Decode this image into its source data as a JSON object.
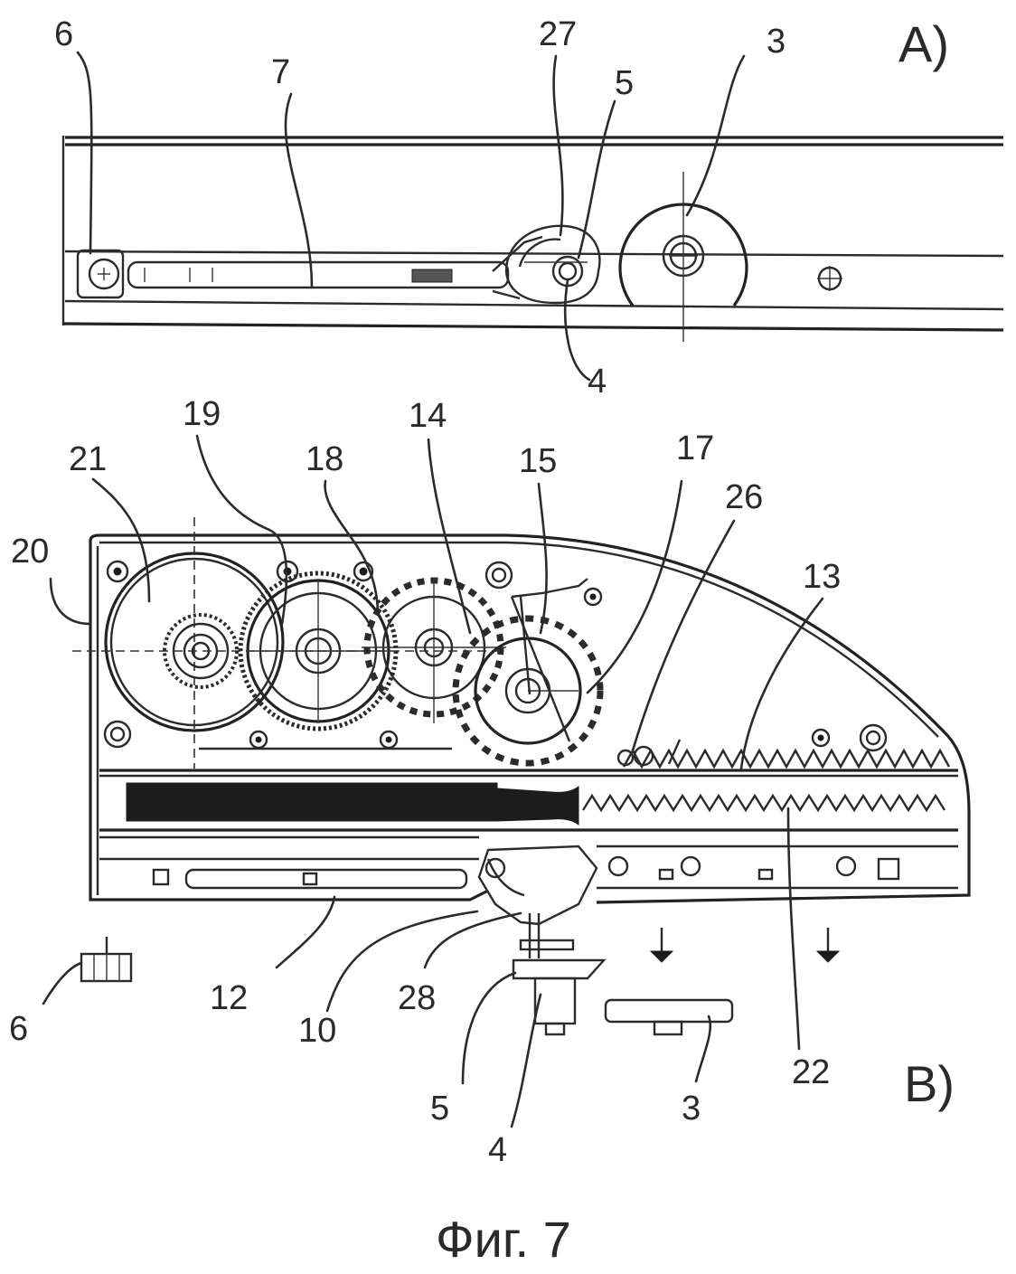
{
  "figure": {
    "caption": "Фиг. 7",
    "views": [
      {
        "id": "A",
        "label": "A)"
      },
      {
        "id": "B",
        "label": "B)"
      }
    ]
  },
  "view_a": {
    "labels": {
      "l6": "6",
      "l7": "7",
      "l27": "27",
      "l5": "5",
      "l3": "3",
      "l4": "4"
    }
  },
  "view_b": {
    "labels": {
      "l20": "20",
      "l21": "21",
      "l19": "19",
      "l18": "18",
      "l14": "14",
      "l15": "15",
      "l17": "17",
      "l26": "26",
      "l13": "13",
      "l12": "12",
      "l10": "10",
      "l28": "28",
      "l6": "6",
      "l5": "5",
      "l4": "4",
      "l3": "3",
      "l22": "22"
    }
  }
}
